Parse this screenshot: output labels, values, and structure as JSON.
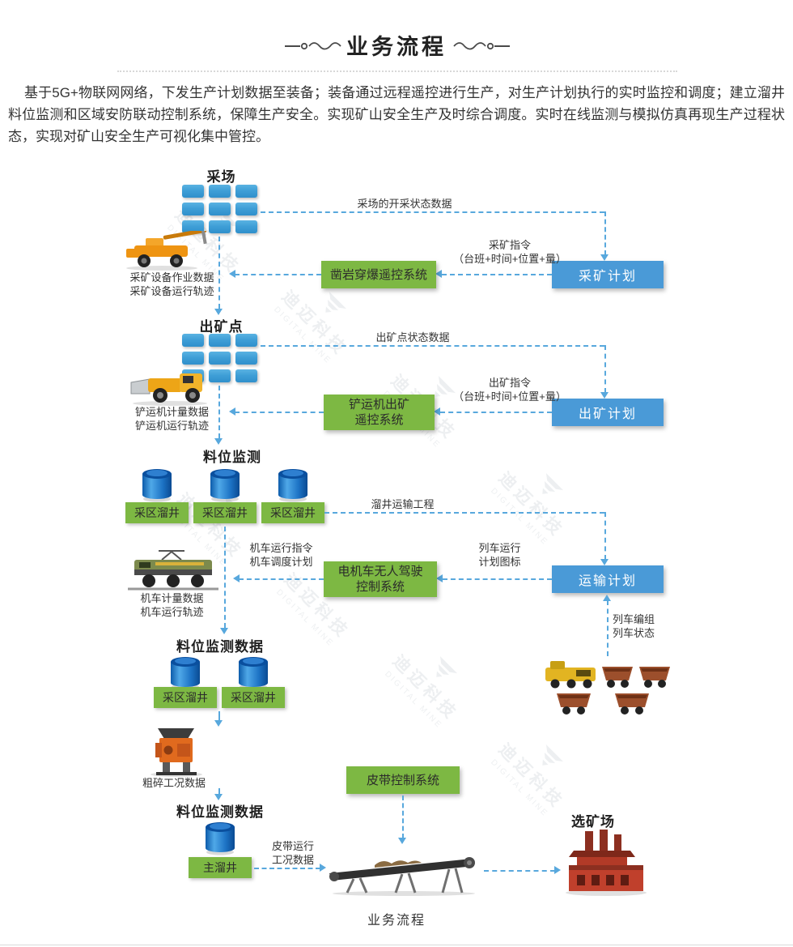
{
  "header": {
    "title": "业务流程",
    "description": "基于5G+物联网网络，下发生产计划数据至装备；装备通过远程遥控进行生产，对生产计划执行的实时监控和调度；建立溜井料位监测和区域安防联动控制系统，保障生产安全。实现矿山安全生产及时综合调度。实时在线监测与模拟仿真再现生产过程状态，实现对矿山安全生产可视化集中管控。"
  },
  "watermark": {
    "cn": "迪迈科技",
    "en": "DIGITAL MINE"
  },
  "headings": {
    "mining_site": "采场",
    "ore_point": "出矿点",
    "level_monitor": "料位监测",
    "level_data_1": "料位监测数据",
    "level_data_2": "料位监测数据",
    "concentrator": "选矿场",
    "footer": "业务流程"
  },
  "plans": {
    "mining": "采矿计划",
    "ore": "出矿计划",
    "transport": "运输计划"
  },
  "systems": {
    "drill": "凿岩穿爆遥控系统",
    "lhd_l1": "铲运机出矿",
    "lhd_l2": "遥控系统",
    "loco_l1": "电机车无人驾驶",
    "loco_l2": "控制系统",
    "belt": "皮带控制系统"
  },
  "chutes": {
    "a": "采区溜井",
    "b": "采区溜井",
    "c": "采区溜井",
    "d": "采区溜井",
    "e": "采区溜井",
    "main": "主溜井"
  },
  "labels": {
    "mining_status": "采场的开采状态数据",
    "mining_cmd_l1": "采矿指令",
    "mining_cmd_l2": "（台班+时间+位置+量）",
    "drill_data_l1": "采矿设备作业数据",
    "drill_data_l2": "采矿设备运行轨迹",
    "ore_status": "出矿点状态数据",
    "ore_cmd_l1": "出矿指令",
    "ore_cmd_l2": "（台班+时间+位置+量）",
    "lhd_data_l1": "铲运机计量数据",
    "lhd_data_l2": "铲运机运行轨迹",
    "chute_transport": "溜井运输工程",
    "train_plan_l1": "列车运行",
    "train_plan_l2": "计划图标",
    "loco_cmd_l1": "机车运行指令",
    "loco_cmd_l2": "机车调度计划",
    "loco_data_l1": "机车计量数据",
    "loco_data_l2": "机车运行轨迹",
    "train_group_l1": "列车编组",
    "train_group_l2": "列车状态",
    "crusher_data": "粗碎工况数据",
    "belt_run_l1": "皮带运行",
    "belt_run_l2": "工况数据"
  },
  "colors": {
    "plan_box": "#4a9ad7",
    "system_box": "#7db843",
    "arrow": "#58a8dd",
    "grid_cell": "#3f9fd7"
  }
}
